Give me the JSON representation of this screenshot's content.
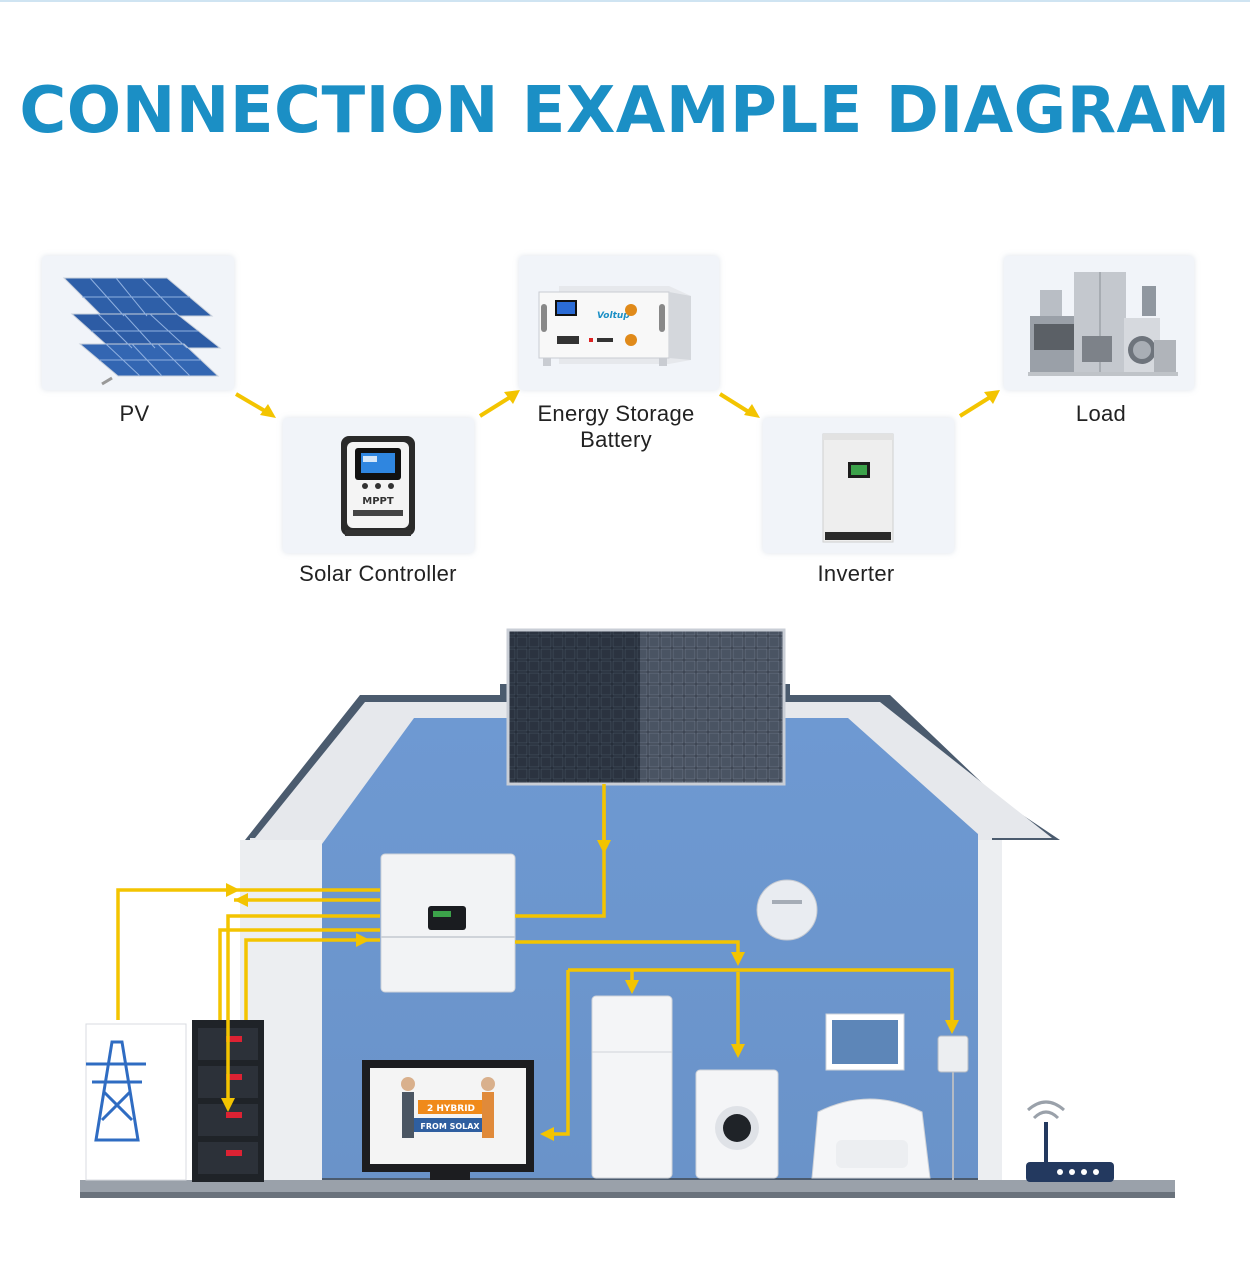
{
  "title": "CONNECTION EXAMPLE DIAGRAM",
  "flow": {
    "pv": "PV",
    "solar_controller": "Solar Controller",
    "battery_line1": "Energy Storage",
    "battery_line2": "Battery",
    "inverter": "Inverter",
    "load": "Load"
  },
  "device_text": {
    "controller_badge": "MPPT",
    "battery_brand": "Voltup",
    "tv_line1": "2 HYBRID",
    "tv_line2": "FROM SOLAX"
  },
  "colors": {
    "title": "#1b8fc5",
    "flow_arrow": "#f3c400",
    "house_wall": "#6d97cf",
    "house_roof": "#4d5e72",
    "card": "#f1f4f9"
  },
  "icons": [
    "solar-panel-icon",
    "mppt-controller-icon",
    "battery-rack-icon",
    "inverter-icon",
    "appliances-icon",
    "transmission-tower-icon",
    "wifi-router-icon"
  ]
}
